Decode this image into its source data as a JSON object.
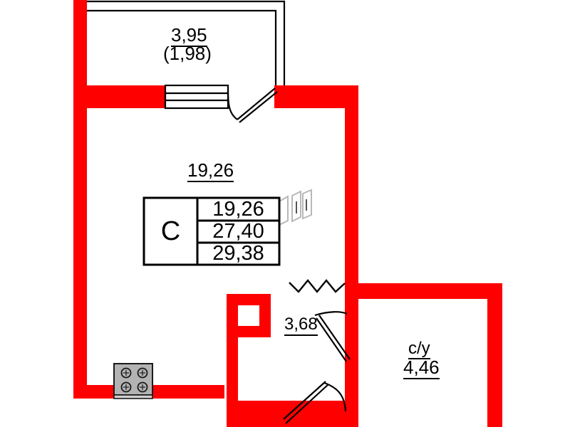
{
  "plan": {
    "title": "Apartment floor plan - studio",
    "colors": {
      "wall": "#FF0000",
      "outline": "#000000",
      "background": "#FFFFFF",
      "appliance_fill": "#B3B3B3",
      "appliance_stroke": "#1A1A1A"
    },
    "balcony": {
      "name": "balcony",
      "area": "3,95",
      "area_with_coefficient": "(1,98)"
    },
    "main_room": {
      "name": "living-room",
      "area": "19,26"
    },
    "hall": {
      "name": "hallway",
      "area": "3,68"
    },
    "bathroom": {
      "name": "с/у",
      "area": "4,46"
    },
    "summary_table": {
      "type_label": "С",
      "rows": [
        {
          "key": "living_area",
          "value": "19,26"
        },
        {
          "key": "total_area",
          "value": "27,40"
        },
        {
          "key": "total_area_with_balcony",
          "value": "29,38"
        }
      ]
    },
    "fixtures": [
      {
        "name": "stove-icon",
        "label": "stove",
        "burners": 4
      },
      {
        "name": "window-icon",
        "label": "balcony-window"
      },
      {
        "name": "balcony-door-icon",
        "label": "balcony-door"
      },
      {
        "name": "bathroom-door-icon",
        "label": "bathroom-door"
      },
      {
        "name": "entrance-door-icon",
        "label": "entrance-door"
      },
      {
        "name": "riser-zigzag-icon",
        "label": "ventilation-riser"
      },
      {
        "name": "cabinet-icon",
        "label": "built-in-cabinet"
      }
    ]
  }
}
